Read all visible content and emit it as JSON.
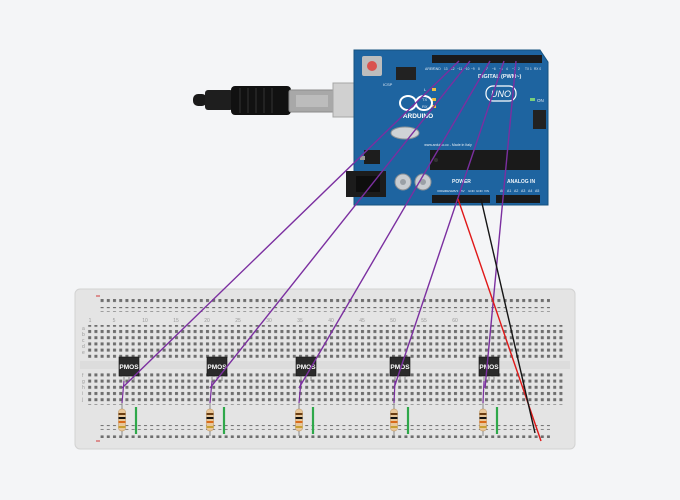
{
  "colors": {
    "background": "#f4f5f7",
    "board": "#1e64a0",
    "board_dark": "#17507f",
    "wire_signal": "#7b2fa0",
    "wire_power": "#e01818",
    "wire_ground": "#151515",
    "breadboard": "#e6e6e6",
    "usb_cable": "#1a1a1a",
    "resistor_body": "#e8c79a",
    "led_green": "#2ea84a"
  },
  "arduino": {
    "brand": "ARDUINO",
    "model": "UNO",
    "on_label": "ON",
    "digital_header": "DIGITAL (PWM~)",
    "power_header": "POWER",
    "analog_header": "ANALOG IN",
    "aref_label": "AREF",
    "gnd_label": "GND",
    "icsp_label": "ICSP",
    "tx_label": "TX",
    "rx_label": "RX",
    "l_label": "L",
    "website_text": "www.arduino.cc - Made in Italy",
    "digital_pin_numbers": [
      "13",
      "12",
      "~11",
      "~10",
      "~9",
      "8",
      "7",
      "~6",
      "~5",
      "4",
      "~3",
      "2",
      "TX 1",
      "RX 0"
    ],
    "power_pin_labels": [
      "IOREF",
      "RESET",
      "3V3",
      "5V",
      "GND",
      "GND",
      "VIN"
    ],
    "analog_pin_labels": [
      "A0",
      "A1",
      "A2",
      "A3",
      "A4",
      "A5"
    ]
  },
  "usb_cable": {
    "icon": "usb-cable-icon"
  },
  "breadboard": {
    "center_watermark": "",
    "column_numbers": [
      "1",
      "5",
      "10",
      "15",
      "20",
      "25",
      "30",
      "35",
      "40",
      "45",
      "50",
      "55",
      "60"
    ],
    "row_letters_top": [
      "a",
      "b",
      "c",
      "d",
      "e"
    ],
    "row_letters_bottom": [
      "f",
      "g",
      "h",
      "i",
      "j"
    ]
  },
  "mosfets": [
    {
      "label": "PMOS"
    },
    {
      "label": "PMOS"
    },
    {
      "label": "PMOS"
    },
    {
      "label": "PMOS"
    },
    {
      "label": "PMOS"
    }
  ]
}
